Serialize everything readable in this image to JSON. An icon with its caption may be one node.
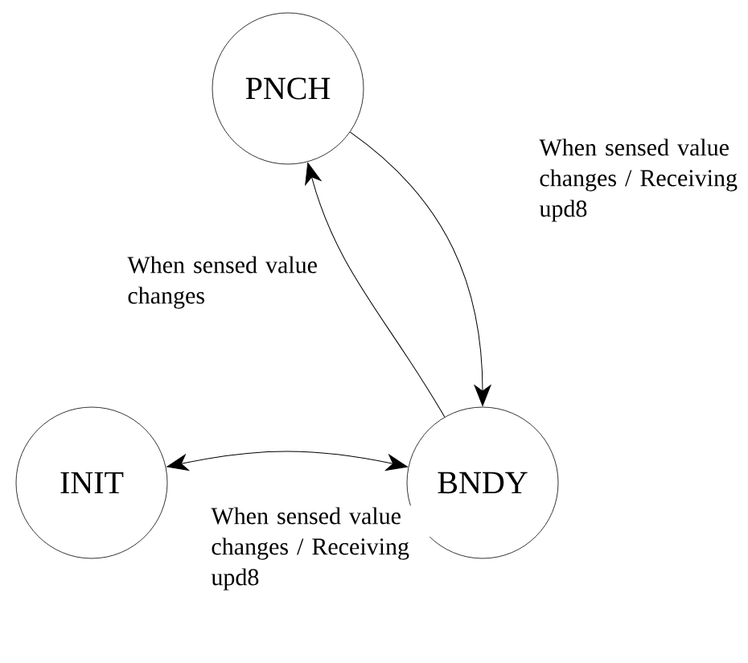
{
  "diagram": {
    "nodes": [
      {
        "text": [
          "PNCH"
        ]
      },
      {
        "text": [
          "INIT"
        ]
      },
      {
        "text": [
          "BNDY"
        ]
      }
    ],
    "edges": [
      {
        "from": 0,
        "to": 2,
        "arrow": "to",
        "label": "When sensed value changes / Receiving upd8"
      },
      {
        "from": 2,
        "to": 0,
        "arrow": "to",
        "label": "When sensed value changes"
      },
      {
        "from": 1,
        "to": 2,
        "arrow": "both",
        "label": "When sensed value changes / Receiving upd8"
      }
    ]
  }
}
